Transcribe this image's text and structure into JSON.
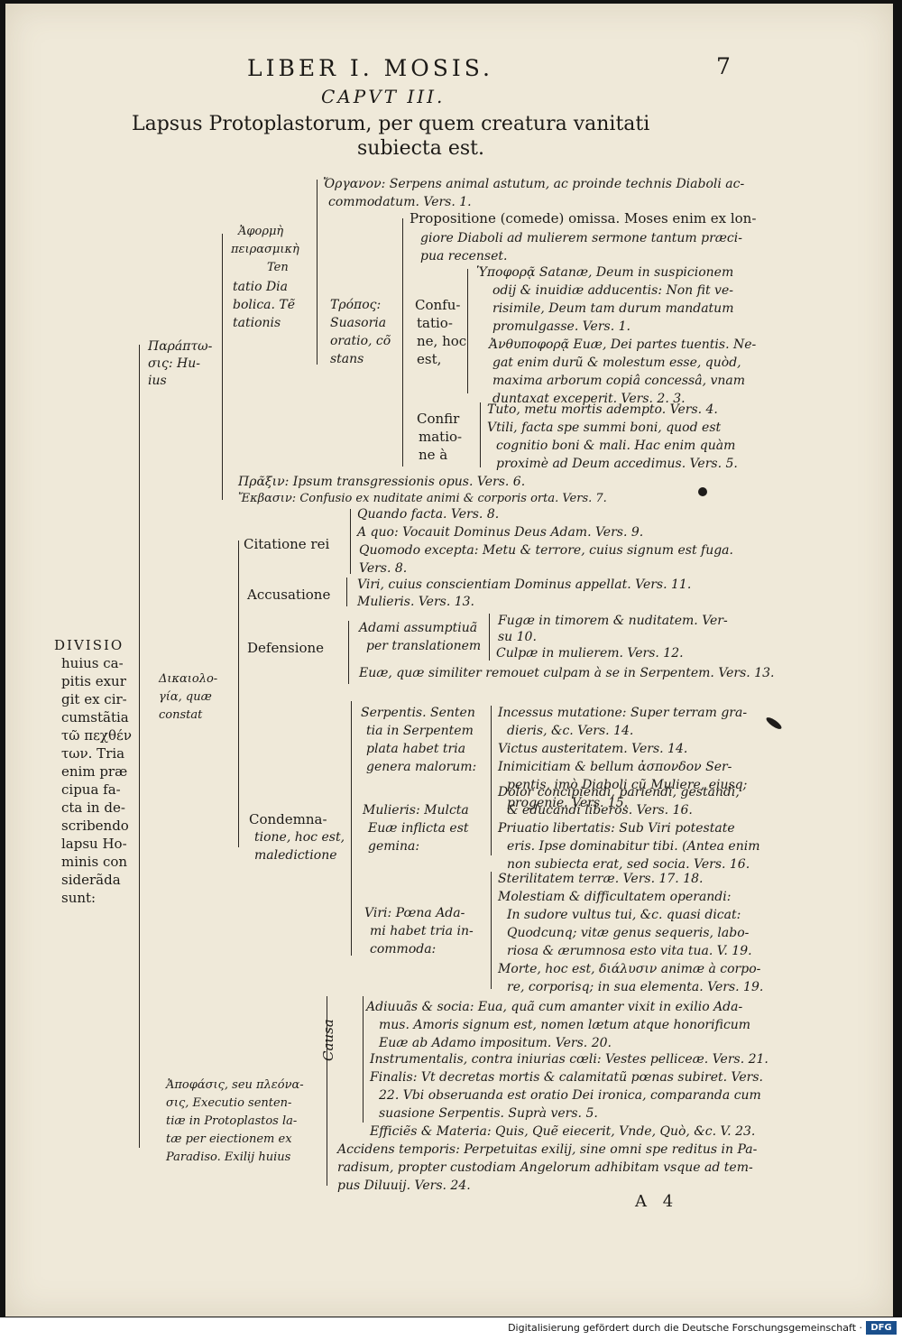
{
  "header": {
    "running_head": "LIBER I. MOSIS.",
    "page_number": "7",
    "chapter": "CAPVT III.",
    "title_1": "Lapsus Protoplastorum, per quem creatura vanitati",
    "title_2": "subiecta est."
  },
  "divisio": [
    "DIVISIO",
    "huius ca-",
    "pitis exur",
    "git ex cir-",
    "cumstãtia",
    "τῶ πεχθέν",
    "των. Tria",
    "enim præ",
    "cipua fa-",
    "cta in de-",
    "scribendo",
    "lapsu Ho-",
    "minis con",
    "siderãda",
    "sunt:"
  ],
  "level1": {
    "paraptosis": [
      "Παρáπτω-",
      "σις: Hu-",
      "ius"
    ],
    "dikaiologia": [
      "Δικαιολο-",
      "γία, quæ",
      "constat"
    ],
    "apophasis": [
      "Ἀποφάσις, seu πλεόνα-",
      "σις, Executio senten-",
      "tiæ in Protoplastos la-",
      "tæ per eiectionem ex",
      "Paradiso. Exilij huius"
    ]
  },
  "aphorme": {
    "label": [
      "Ἀφορμὴ",
      "πειρασμικὴ",
      "Ten",
      "tatio Dia",
      "bolica. Tẽ",
      "tationis"
    ],
    "organon": [
      "Ὄργανον: Serpens animal astutum, ac proinde technis Diaboli ac-",
      "commodatum. Vers. 1."
    ],
    "tropos": [
      "Τρόπος:",
      "Suasoria",
      "oratio, cõ",
      "stans"
    ],
    "propositione": [
      "Propositione (comede) omissa. Moses enim ex lon-",
      "giore Diaboli ad mulierem sermone tantum præci-",
      "pua recenset."
    ],
    "confutatione": [
      "Confu-",
      "tatio-",
      "ne, hoc",
      "est,"
    ],
    "hypophora": [
      "Ὑποφορᾷ Satanæ, Deum in suspicionem",
      "odij & inuidiæ adducentis: Non fit ve-",
      "risimile, Deum tam durum mandatum",
      "promulgasse. Vers. 1."
    ],
    "anthypophora": [
      "Ἀνθυποφορᾷ Euæ, Dei partes tuentis. Ne-",
      "gat enim durũ & molestum esse, quòd,",
      "maxima arborum copiâ concessâ, vnam",
      "duntaxat exceperit. Vers. 2. 3."
    ],
    "confirmatione": [
      "Confir",
      "matio-",
      "ne à"
    ],
    "tuto": "Tuto, metu mortis adempto. Vers. 4.",
    "vtili": [
      "Vtili, facta spe summi boni, quod est",
      "cognitio boni & mali. Hac enim quàm",
      "proximè ad Deum accedimus. Vers. 5."
    ],
    "praxis": "Πρᾶξιν: Ipsum transgressionis opus. Vers. 6.",
    "ekbasis": "Ἔκβασιν: Confusio ex nuditate animi & corporis orta. Vers. 7."
  },
  "citatione": {
    "label": "Citatione rei",
    "quando": "Quando facta. Vers. 8.",
    "aquo": "A quo: Vocauit Dominus Deus Adam. Vers. 9.",
    "quomodo": [
      "Quomodo excepta: Metu & terrore, cuius signum est fuga.",
      "Vers. 8."
    ]
  },
  "accusatione": {
    "label": "Accusatione",
    "viri": "Viri, cuius conscientiam Dominus appellat. Vers. 11.",
    "mulieris": "Mulieris. Vers. 13."
  },
  "defensione": {
    "label": "Defensione",
    "adami": [
      "Adami assumptiuã",
      "per translationem"
    ],
    "fugae": [
      "Fugæ in timorem & nuditatem. Ver-",
      "su 10."
    ],
    "culpae": "Culpæ in mulierem. Vers. 12.",
    "euae": "Euæ, quæ similiter remouet culpam à se in Serpentem. Vers. 13."
  },
  "condemnatione": {
    "label": [
      "Condemna-",
      "tione, hoc est,",
      "maledictione"
    ],
    "serpentis": [
      "Serpentis. Senten",
      "tia in Serpentem",
      "plata habet tria",
      "genera malorum:"
    ],
    "incessus": [
      "Incessus mutatione: Super terram gra-",
      "dieris, &c. Vers. 14."
    ],
    "victus": "Victus austeritatem. Vers. 14.",
    "inimicitiam": [
      "Inimicitiam & bellum ἀσπονδον Ser-",
      "pentis, imò Diaboli cũ Muliere, eiusq;",
      "progenie. Vers. 15."
    ],
    "mulieris": [
      "Mulieris: Mulcta",
      "Euæ inflicta est",
      "gemina:"
    ],
    "dolor": [
      "Dolor concipiendi, pariendi, gestandi,",
      "& educandi liberos. Vers. 16."
    ],
    "priuatio": [
      "Priuatio libertatis: Sub Viri potestate",
      "eris. Ipse dominabitur tibi. (Antea enim",
      "non subiecta erat, sed socia. Vers. 16."
    ],
    "viri": [
      "Viri: Pœna Ada-",
      "mi habet tria in-",
      "commoda:"
    ],
    "sterilitatem": "Sterilitatem terræ. Vers. 17. 18.",
    "molestiam": [
      "Molestiam & difficultatem operandi:",
      "In sudore vultus tui, &c. quasi dicat:",
      "Quodcunq; vitæ genus sequeris, labo-",
      "riosa & ærumnosa esto vita tua. V. 19."
    ],
    "morte": [
      "Morte, hoc est, διάλυσιν animæ à corpo-",
      "re, corporisq; in sua elementa. Vers. 19."
    ]
  },
  "causa": {
    "label": "Causa",
    "adiuuans": [
      "Adiuuãs & socia: Eua, quã cum amanter vixit in exilio Ada-",
      "mus. Amoris signum est, nomen lætum atque honorificum",
      "Euæ ab Adamo impositum. Vers. 20."
    ],
    "instrumentalis": "Instrumentalis, contra iniurias cœli: Vestes pelliceæ. Vers. 21.",
    "finalis": [
      "Finalis: Vt decretas mortis & calamitatũ pœnas subiret. Vers.",
      "22. Vbi obseruanda est oratio Dei ironica, comparanda cum",
      "suasione Serpentis. Suprà vers. 5."
    ],
    "efficiens": "Efficiẽs & Materia: Quis, Quẽ eiecerit, Vnde, Quò, &c. V. 23.",
    "accidens": [
      "Accidens temporis: Perpetuitas exilij, sine omni spe reditus in Pa-",
      "radisum, propter custodiam Angelorum adhibitam vsque ad tem-",
      "pus Diluuij. Vers. 24."
    ]
  },
  "signature": "A 4",
  "footer": {
    "text": "Digitalisierung gefördert durch die Deutsche Forschungsgemeinschaft ·",
    "logo": "DFG"
  }
}
